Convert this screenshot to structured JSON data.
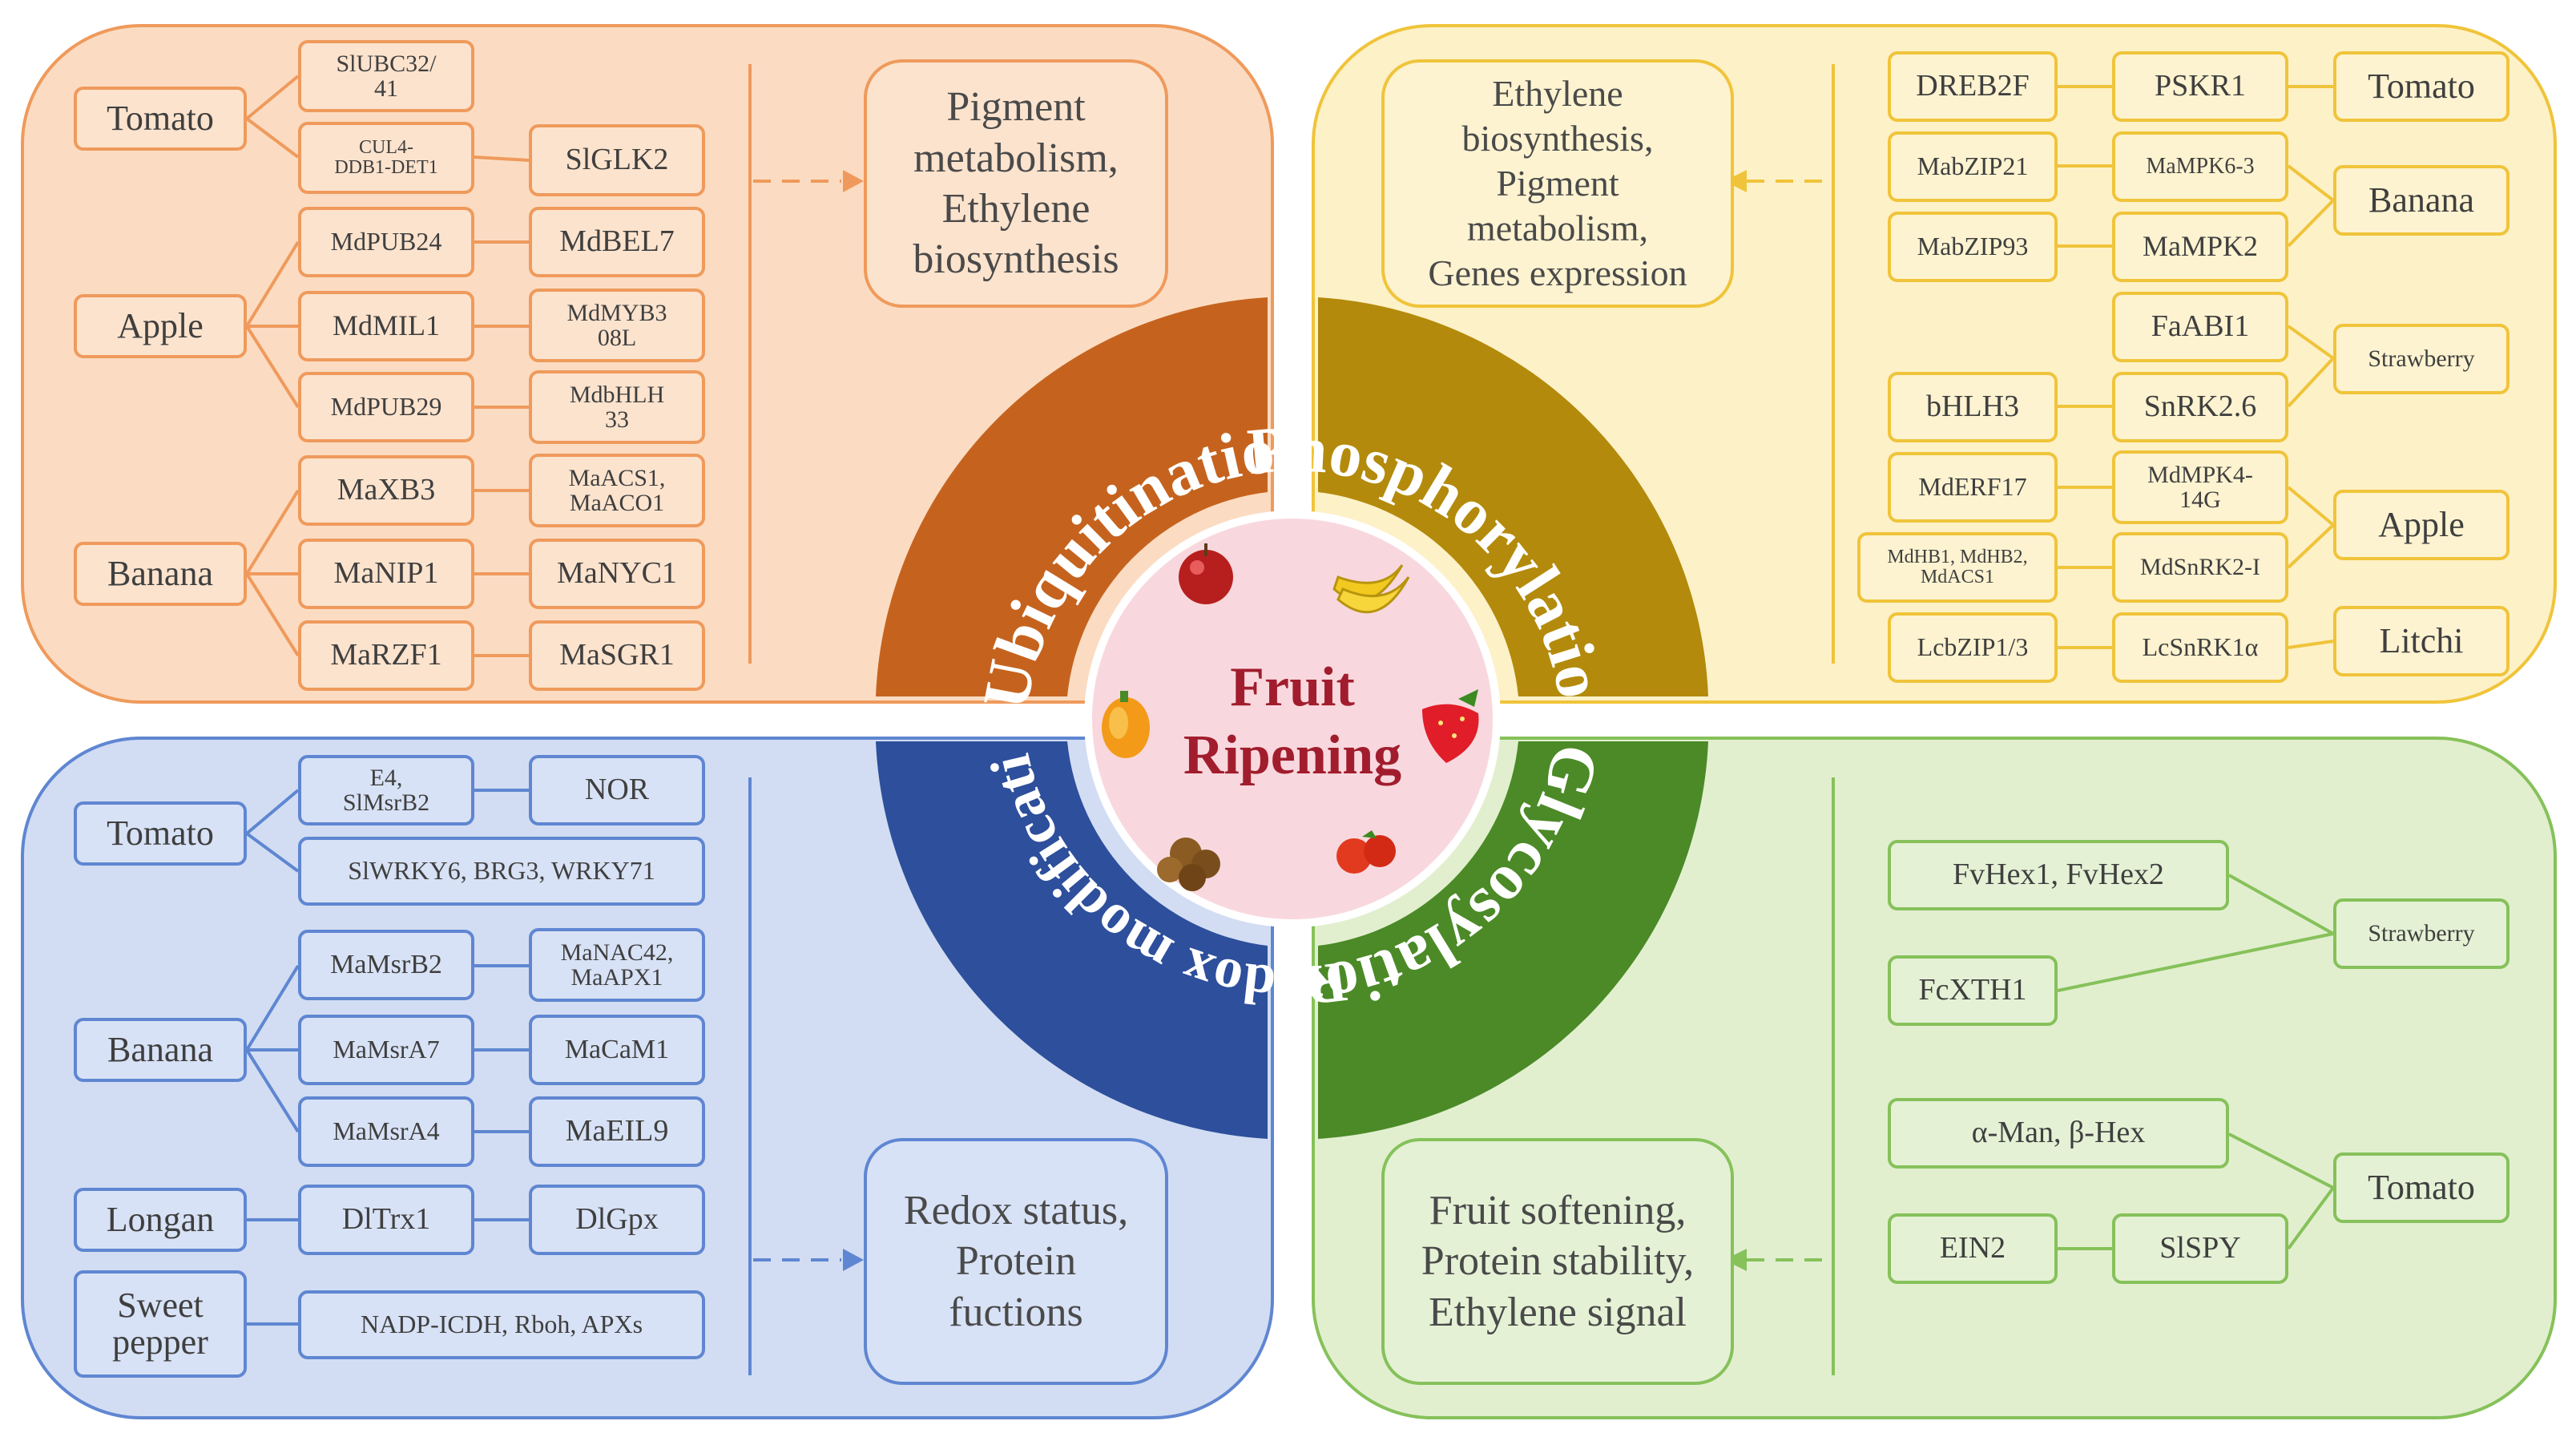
{
  "center": {
    "title_line1": "Fruit",
    "title_line2": "Ripening"
  },
  "ring": {
    "ubiquitination": "Ubiquitination",
    "phosphorylation": "Phosphorylation",
    "redox": "Redox modification",
    "glycosylation": "Glycosylation"
  },
  "colors": {
    "ubiquitination": "#c5631e",
    "phosphorylation": "#b38a0b",
    "redox": "#2d4f9c",
    "glycosylation": "#4b8a27",
    "center": "#f8d8de",
    "center_text": "#a11d2d"
  },
  "ub": {
    "species": [
      "Tomato",
      "Apple",
      "Banana"
    ],
    "genes": [
      "SlUBC32/\n41",
      "CUL4-\nDDB1-DET1",
      "SlGLK2",
      "MdPUB24",
      "MdBEL7",
      "MdMIL1",
      "MdMYB3\n08L",
      "MdPUB29",
      "MdbHLH\n33",
      "MaXB3",
      "MaACS1,\nMaACO1",
      "MaNIP1",
      "MaNYC1",
      "MaRZF1",
      "MaSGR1"
    ],
    "result": "Pigment\nmetabolism,\nEthylene\nbiosynthesis"
  },
  "ph": {
    "result": "Ethylene\nbiosynthesis,\nPigment\nmetabolism,\nGenes expression",
    "genes": [
      "DREB2F",
      "PSKR1",
      "MabZIP21",
      "MaMPK6-3",
      "MabZIP93",
      "MaMPK2",
      "FaABI1",
      "bHLH3",
      "SnRK2.6",
      "MdERF17",
      "MdMPK4-\n14G",
      "MdHB1, MdHB2,\nMdACS1",
      "MdSnRK2-I",
      "LcbZIP1/3",
      "LcSnRK1α"
    ],
    "species": [
      "Tomato",
      "Banana",
      "Strawberry",
      "Apple",
      "Litchi"
    ]
  },
  "rx": {
    "species": [
      "Tomato",
      "Banana",
      "Longan",
      "Sweet\npepper"
    ],
    "genes": [
      "E4,\nSlMsrB2",
      "NOR",
      "SlWRKY6, BRG3, WRKY71",
      "MaMsrB2",
      "MaNAC42,\nMaAPX1",
      "MaMsrA7",
      "MaCaM1",
      "MaMsrA4",
      "MaEIL9",
      "DlTrx1",
      "DlGpx",
      "NADP-ICDH, Rboh, APXs"
    ],
    "result": "Redox status,\nProtein\nfuctions"
  },
  "gl": {
    "genes": [
      "FvHex1, FvHex2",
      "FcXTH1",
      "α-Man, β-Hex",
      "EIN2",
      "SlSPY"
    ],
    "species": [
      "Strawberry",
      "Tomato"
    ],
    "result": "Fruit softening,\nProtein stability,\nEthylene signal"
  }
}
